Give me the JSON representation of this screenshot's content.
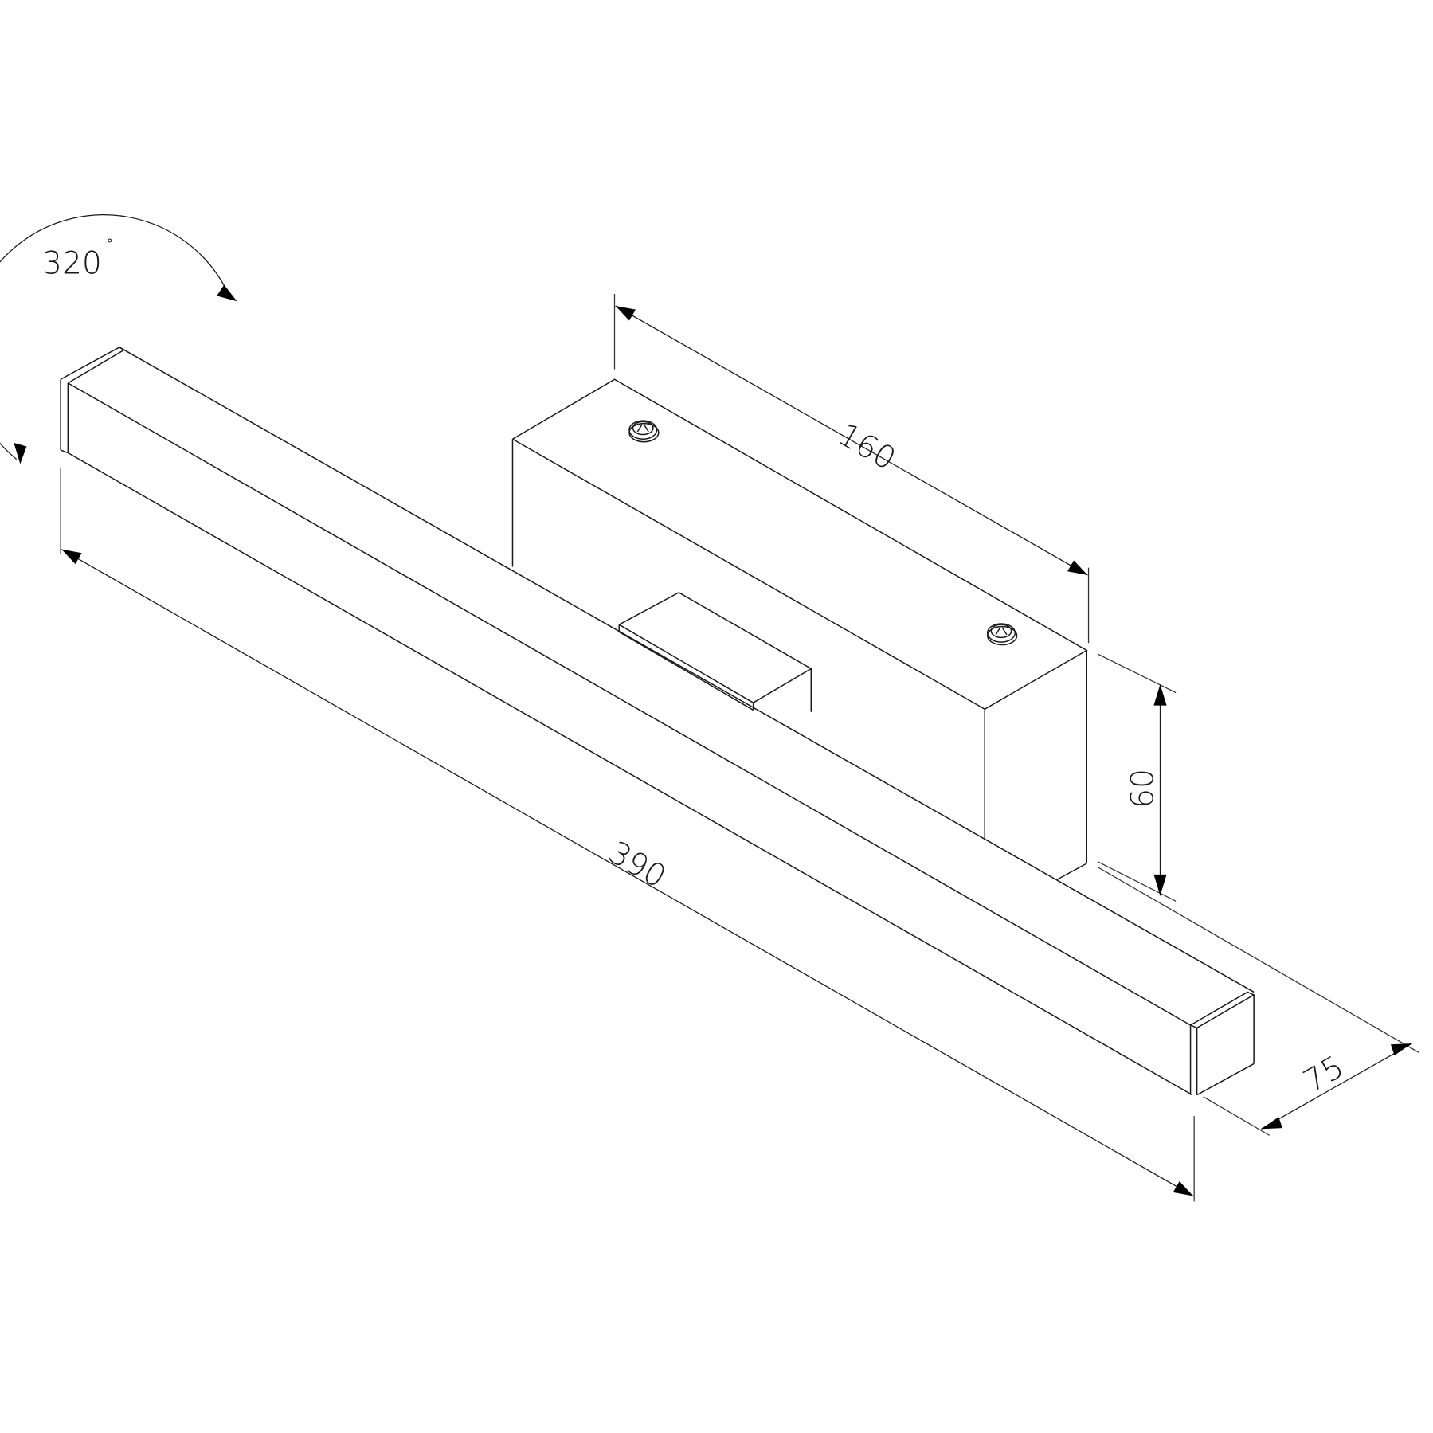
{
  "drawing": {
    "title": "Wall lamp dimensional drawing",
    "line_color": "#1a1a1a",
    "background": "#ffffff"
  },
  "dimensions": {
    "rotation": {
      "value": "320",
      "unit": "°"
    },
    "bracket_length": {
      "value": "160"
    },
    "bar_length": {
      "value": "390"
    },
    "bracket_height": {
      "value": "60"
    },
    "depth": {
      "value": "75"
    }
  },
  "parts": [
    {
      "name": "light-bar"
    },
    {
      "name": "wall-bracket"
    },
    {
      "name": "mounting-screw-top"
    },
    {
      "name": "mounting-screw-bottom"
    },
    {
      "name": "arm-connector"
    }
  ]
}
